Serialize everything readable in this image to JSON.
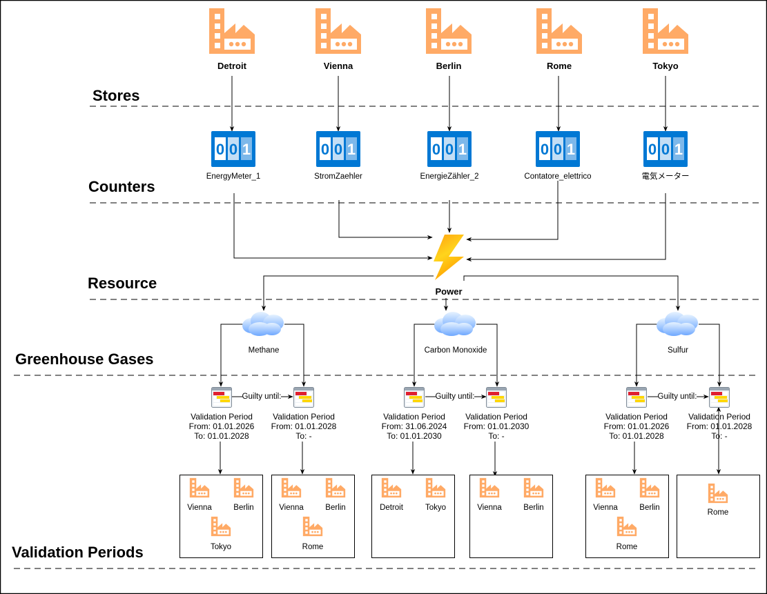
{
  "colors": {
    "factory": "#FFAA66",
    "counter_bg": "#0078D4",
    "counter_digit_1": "#FFFFFF",
    "counter_digit_2": "#C3DEF5",
    "counter_digit_3": "#7DB8EA",
    "cloud_top": "#D9EBFF",
    "cloud_bottom": "#73AFFF",
    "bolt_top": "#FFB000",
    "bolt_bottom": "#FFD21A",
    "calendar_red": "#E02030",
    "calendar_yellow": "#FFD700"
  },
  "lanes": [
    {
      "id": "stores",
      "title": "Stores"
    },
    {
      "id": "counters",
      "title": "Counters"
    },
    {
      "id": "resource",
      "title": "Resource"
    },
    {
      "id": "gases",
      "title": "Greenhouse Gases"
    },
    {
      "id": "validation",
      "title": "Validation Periods"
    }
  ],
  "stores": [
    {
      "name": "Detroit"
    },
    {
      "name": "Vienna"
    },
    {
      "name": "Berlin"
    },
    {
      "name": "Rome"
    },
    {
      "name": "Tokyo"
    }
  ],
  "counters": [
    {
      "name": "EnergyMeter_1",
      "digits": "001"
    },
    {
      "name": "StromZaehler",
      "digits": "001"
    },
    {
      "name": "EnergieZähler_2",
      "digits": "001"
    },
    {
      "name": "Contatore_elettrico",
      "digits": "001"
    },
    {
      "name": "電気メーター",
      "digits": "001"
    }
  ],
  "resource": {
    "name": "Power",
    "icon": "lightning-bolt-icon"
  },
  "gases": [
    {
      "name": "Methane",
      "icon": "cloud-icon"
    },
    {
      "name": "Carbon Monoxide",
      "icon": "cloud-icon"
    },
    {
      "name": "Sulfur",
      "icon": "cloud-icon"
    }
  ],
  "relation_label": "Guilty until:",
  "validation_periods": [
    {
      "title": "Validation Period",
      "from": "From: 01.01.2026",
      "to": "To: 01.01.2028",
      "stores": [
        "Vienna",
        "Berlin",
        "Tokyo"
      ]
    },
    {
      "title": "Validation Period",
      "from": "From: 01.01.2028",
      "to": "To: -",
      "stores": [
        "Vienna",
        "Berlin",
        "Rome"
      ]
    },
    {
      "title": "Validation Period",
      "from": "From: 31.06.2024",
      "to": "To: 01.01.2030",
      "stores": [
        "Detroit",
        "Tokyo"
      ]
    },
    {
      "title": "Validation Period",
      "from": "From: 01.01.2030",
      "to": "To: -",
      "stores": [
        "Vienna",
        "Berlin"
      ]
    },
    {
      "title": "Validation Period",
      "from": "From: 01.01.2026",
      "to": "To: 01.01.2028",
      "stores": [
        "Vienna",
        "Berlin",
        "Rome"
      ]
    },
    {
      "title": "Validation Period",
      "from": "From: 01.01.2028",
      "to": "To: -",
      "stores": [
        "Rome"
      ]
    }
  ]
}
